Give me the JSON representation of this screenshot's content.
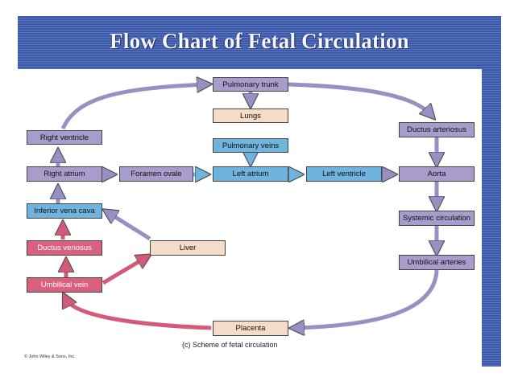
{
  "title": "Flow Chart of Fetal Circulation",
  "nodes": {
    "pulmonary_trunk": "Pulmonary trunk",
    "lungs": "Lungs",
    "pulmonary_veins": "Pulmonary veins",
    "right_ventricle": "Right ventricle",
    "right_atrium": "Right atrium",
    "foramen_ovale": "Foramen ovale",
    "left_atrium": "Left atrium",
    "left_ventricle": "Left ventricle",
    "ductus_arteriosus": "Ductus arteriosus",
    "aorta": "Aorta",
    "systemic_circulation": "Systemic circulation",
    "umbilical_arteries": "Umbilical arteries",
    "inferior_vena_cava": "Inferior vena cava",
    "ductus_venosus": "Ductus venosus",
    "liver": "Liver",
    "umbilical_vein": "Umbilical vein",
    "placenta": "Placenta"
  },
  "caption": "(c) Scheme of fetal circulation",
  "copyright": "© John Wiley & Sons, Inc.",
  "colors": {
    "deoxygenated": "#a79ccb",
    "oxygenated": "#d9617f",
    "mixed": "#6fb3df",
    "tissue": "#f5dcc8",
    "banner": "#3d59a8"
  }
}
